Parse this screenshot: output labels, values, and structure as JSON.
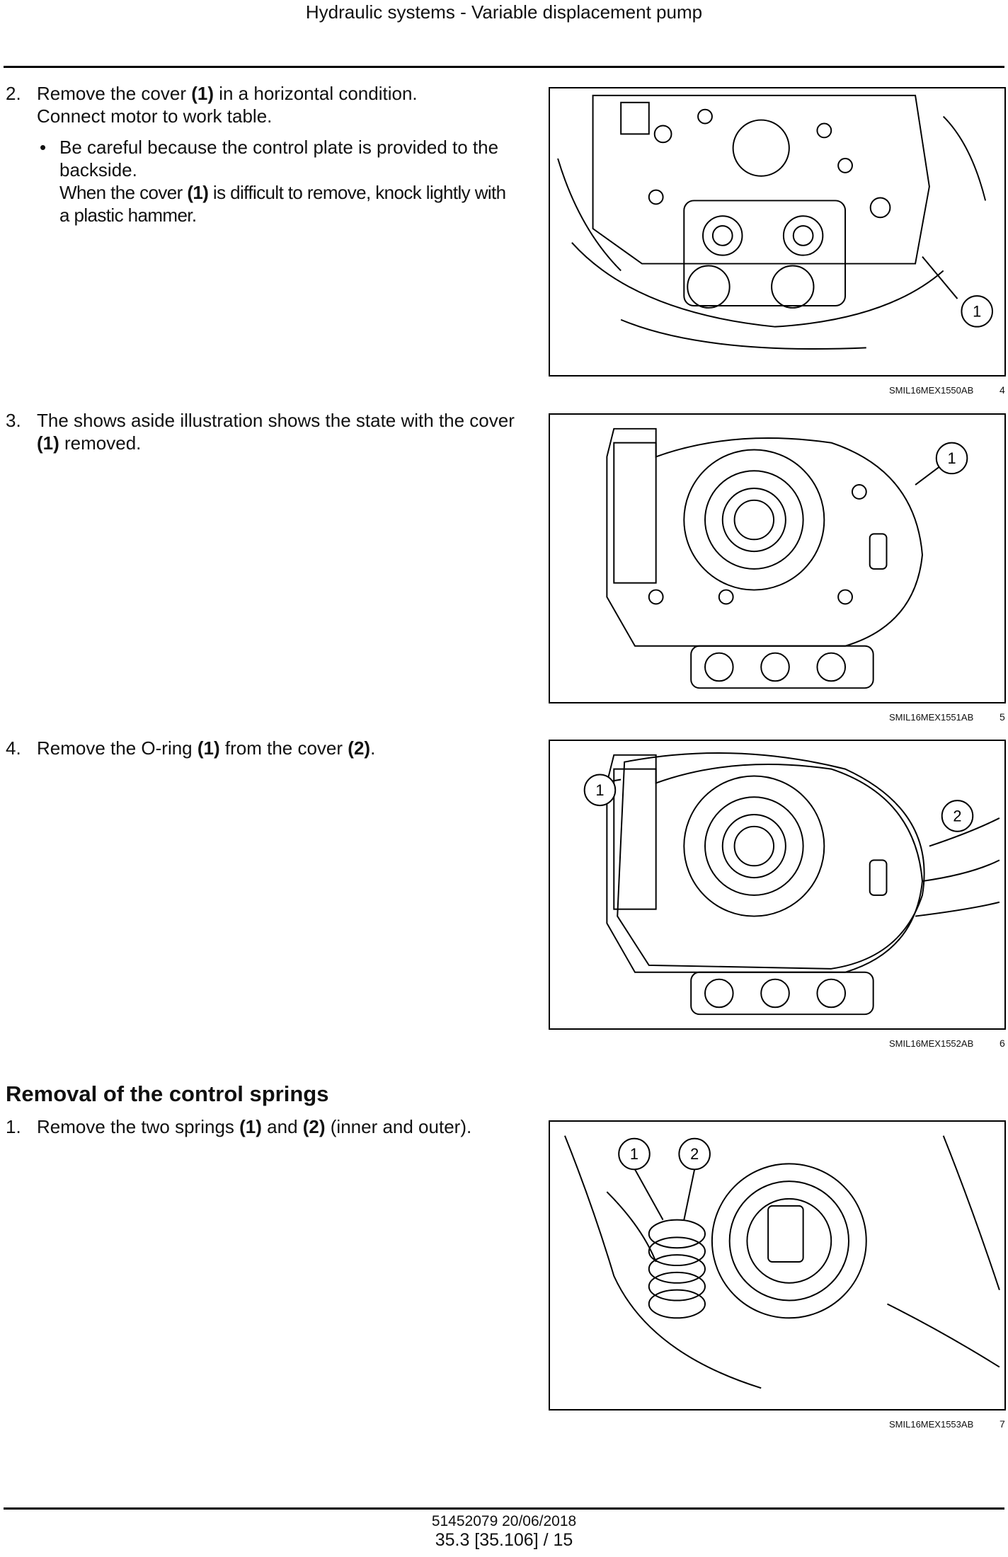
{
  "header": {
    "title": "Hydraulic systems - Variable displacement pump"
  },
  "steps": [
    {
      "number": "2.",
      "line1_pre": "Remove the cover ",
      "line1_bold": "(1)",
      "line1_post": " in a horizontal condition.",
      "line2": "Connect motor to work table.",
      "bullet": "•",
      "bullet_line1": "Be careful because the control plate is provided to the backside.",
      "bullet_line2_pre": "When the cover ",
      "bullet_line2_bold": "(1)",
      "bullet_line2_post": " is difficult to remove, knock lightly with a plastic hammer."
    },
    {
      "number": "3.",
      "pre": "The shows aside illustration shows the state with the cover ",
      "bold": "(1)",
      "post": " removed."
    },
    {
      "number": "4.",
      "pre": "Remove the O-ring ",
      "bold1": "(1)",
      "mid": " from the cover ",
      "bold2": "(2)",
      "post": "."
    }
  ],
  "section": {
    "heading": "Removal of the control springs",
    "step": {
      "number": "1.",
      "pre": "Remove the two springs ",
      "bold1": "(1)",
      "mid": " and ",
      "bold2": "(2)",
      "post": " (inner and outer)."
    }
  },
  "figures": [
    {
      "code": "SMIL16MEX1550AB",
      "number": "4",
      "callouts": [
        "1"
      ]
    },
    {
      "code": "SMIL16MEX1551AB",
      "number": "5",
      "callouts": [
        "1"
      ]
    },
    {
      "code": "SMIL16MEX1552AB",
      "number": "6",
      "callouts": [
        "1",
        "2"
      ]
    },
    {
      "code": "SMIL16MEX1553AB",
      "number": "7",
      "callouts": [
        "1",
        "2"
      ]
    }
  ],
  "footer": {
    "doc_line": "51452079 20/06/2018",
    "page_line": "35.3 [35.106] / 15"
  }
}
